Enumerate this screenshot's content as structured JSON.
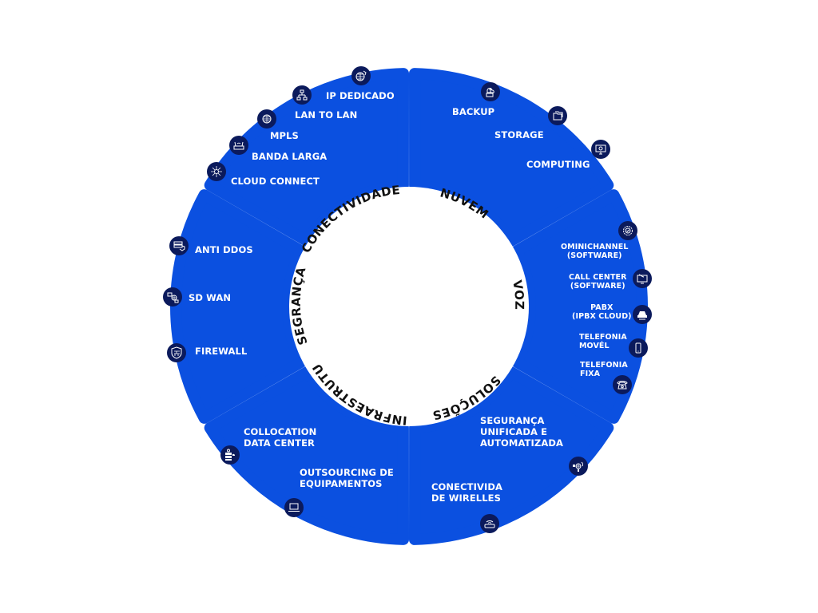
{
  "colors": {
    "segment_fill": "#0b50e0",
    "icon_bg": "#0b1a5c",
    "label_text": "#ffffff",
    "ring_title_text": "#111111",
    "background": "#ffffff"
  },
  "segments": [
    {
      "id": "conectividade",
      "title": "CONECTIVIDADE",
      "items": [
        {
          "label": "IP DEDICADO",
          "icon": "globe-hand-icon"
        },
        {
          "label": "LAN TO LAN",
          "icon": "network-icon"
        },
        {
          "label": "MPLS",
          "icon": "globe-network-icon"
        },
        {
          "label": "BANDA LARGA",
          "icon": "router-icon"
        },
        {
          "label": "CLOUD CONNECT",
          "icon": "cloud-connect-icon"
        }
      ]
    },
    {
      "id": "nuvem",
      "title": "NUVEM",
      "items": [
        {
          "label": "BACKUP",
          "icon": "cloud-backup-icon"
        },
        {
          "label": "STORAGE",
          "icon": "folder-icon"
        },
        {
          "label": "COMPUTING",
          "icon": "monitor-gear-icon"
        }
      ]
    },
    {
      "id": "voz",
      "title": "VOZ",
      "items": [
        {
          "label": "OMINICHANNEL\n(SOFTWARE)",
          "icon": "gear-check-icon"
        },
        {
          "label": "CALL CENTER\n(SOFTWARE)",
          "icon": "monitor-phone-icon"
        },
        {
          "label": "PABX\n(IPBX CLOUD)",
          "icon": "pbx-icon"
        },
        {
          "label": "TELEFONIA\nMOVÉL",
          "icon": "smartphone-icon"
        },
        {
          "label": "TELEFONIA\nFIXA",
          "icon": "telephone-icon"
        }
      ]
    },
    {
      "id": "solucoes",
      "title": "SOLUÇÕES",
      "items": [
        {
          "label": "SEGURANÇA\nUNIFICADA E\nAUTOMATIZADA",
          "icon": "unified-security-icon"
        },
        {
          "label": "CONECTIVIDA\nDE WIRELLES",
          "icon": "wifi-router-icon"
        }
      ]
    },
    {
      "id": "infraestrutura",
      "title": "INFRAESTRUTURA",
      "items": [
        {
          "label": "COLLOCATION\nDATA CENTER",
          "icon": "datacenter-icon"
        },
        {
          "label": "OUTSOURCING DE\nEQUIPAMENTOS",
          "icon": "laptop-icon"
        }
      ]
    },
    {
      "id": "seguranca",
      "title": "SEGRANÇA",
      "items": [
        {
          "label": "ANTI DDOS",
          "icon": "server-shield-icon"
        },
        {
          "label": "SD WAN",
          "icon": "sdwan-icon"
        },
        {
          "label": "FIREWALL",
          "icon": "firewall-icon"
        }
      ]
    }
  ]
}
